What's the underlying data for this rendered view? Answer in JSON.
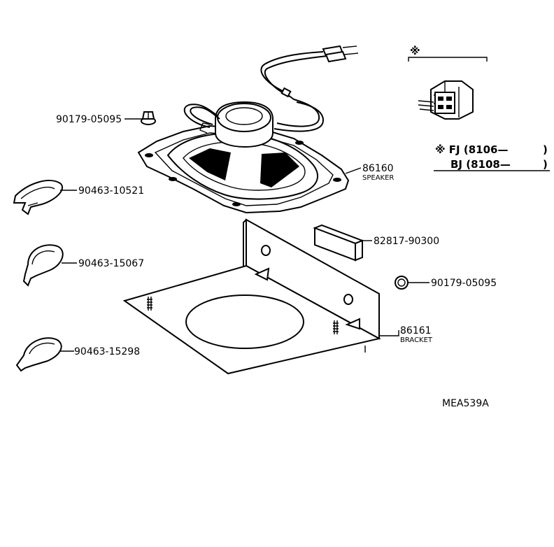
{
  "parts": {
    "nut_top": "90179-05095",
    "speaker_no": "86160",
    "speaker_name": "SPEAKER",
    "clamp_1": "90463-10521",
    "clamp_2": "90463-15067",
    "clamp_3": "90463-15298",
    "cushion": "82817-90300",
    "nut_right": "90179-05095",
    "bracket_no": "86161",
    "bracket_name": "BRACKET"
  },
  "legend": {
    "mark": "※",
    "line1": "※ FJ (8106—",
    "line1_close": ")",
    "line2": "BJ (8108—",
    "line2_close": ")"
  },
  "figure_code": "MEA539A"
}
